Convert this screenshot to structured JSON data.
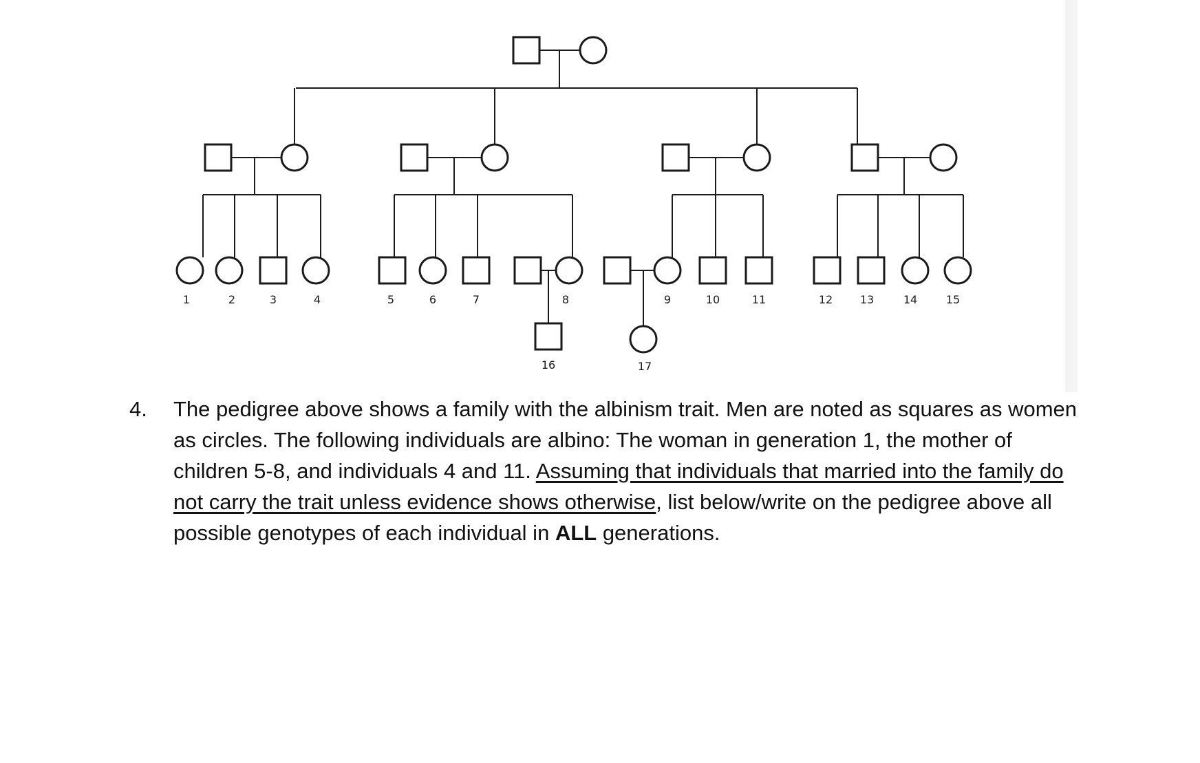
{
  "pedigree": {
    "labels": [
      "1",
      "2",
      "3",
      "4",
      "5",
      "6",
      "7",
      "8",
      "9",
      "10",
      "11",
      "12",
      "13",
      "14",
      "15",
      "16",
      "17"
    ],
    "symbols": {
      "male": "square",
      "female": "circle"
    }
  },
  "question": {
    "number": "4.",
    "text_1": "The pedigree above shows a family with the albinism trait. Men are noted as squares as women as circles. The following individuals are albino: The woman in generation 1, the mother of children 5-8, and individuals 4 and 11. ",
    "underlined": "Assuming that individuals that married into the family do not carry the trait unless evidence shows otherwise",
    "text_2": ", list below/write on the pedigree above all possible genotypes of each individual in ",
    "bold": "ALL",
    "text_3": " generations."
  }
}
